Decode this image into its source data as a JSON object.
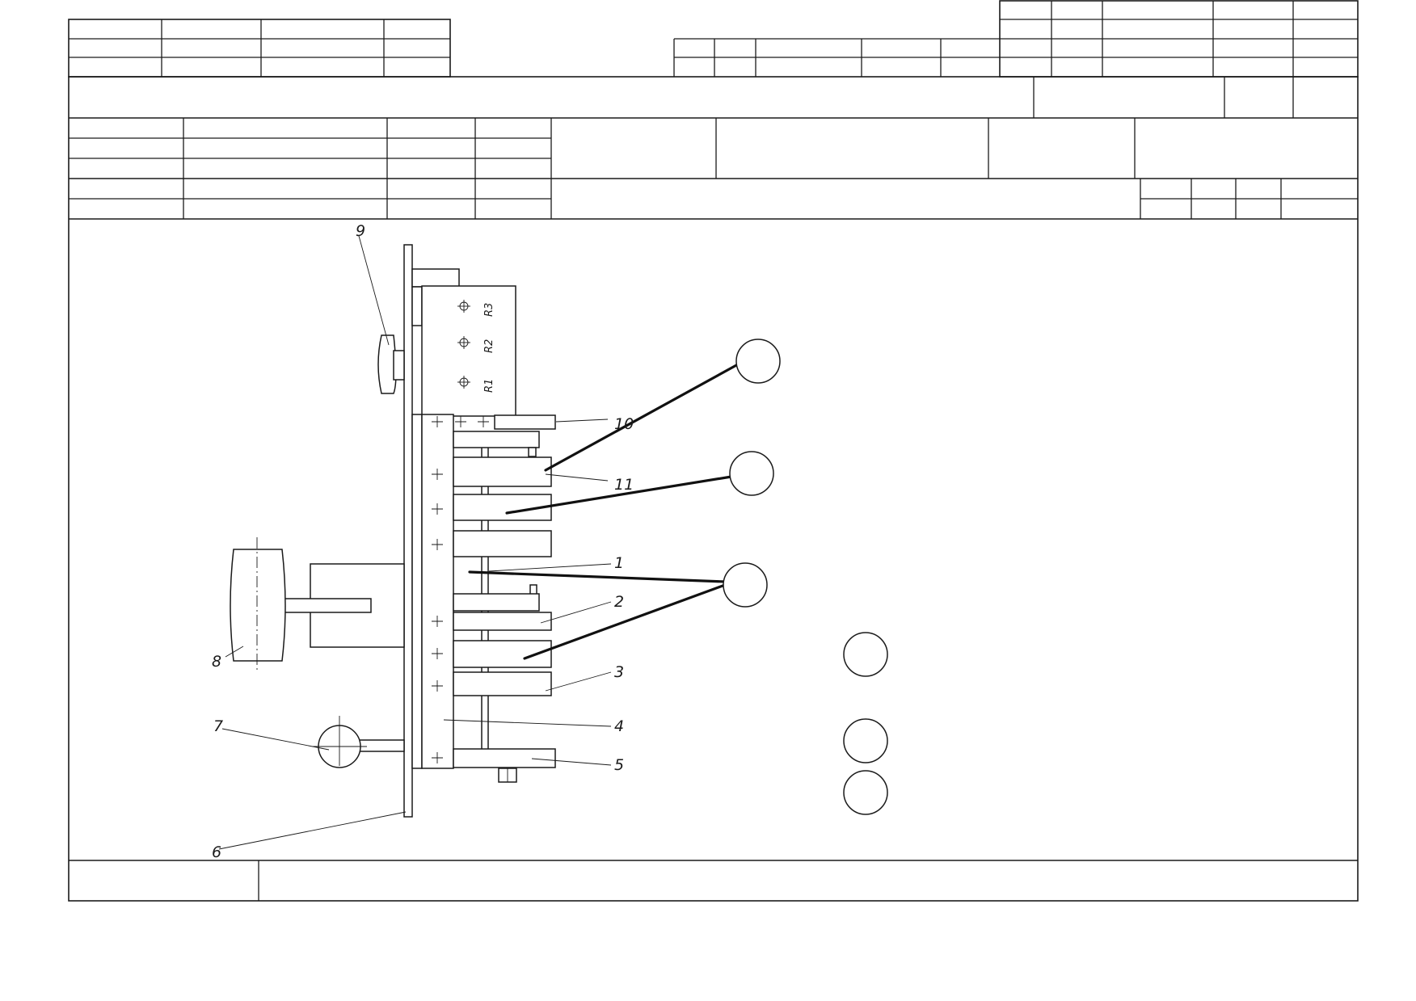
{
  "drawing": {
    "callouts": [
      {
        "id": "1",
        "text": "1"
      },
      {
        "id": "2",
        "text": "2"
      },
      {
        "id": "3",
        "text": "3"
      },
      {
        "id": "4",
        "text": "4"
      },
      {
        "id": "5",
        "text": "5"
      },
      {
        "id": "6",
        "text": "6"
      },
      {
        "id": "7",
        "text": "7"
      },
      {
        "id": "8",
        "text": "8"
      },
      {
        "id": "9",
        "text": "9"
      },
      {
        "id": "10",
        "text": "10"
      },
      {
        "id": "11",
        "text": "11"
      }
    ],
    "resistor_labels": [
      "R3",
      "R2",
      "R1"
    ]
  }
}
